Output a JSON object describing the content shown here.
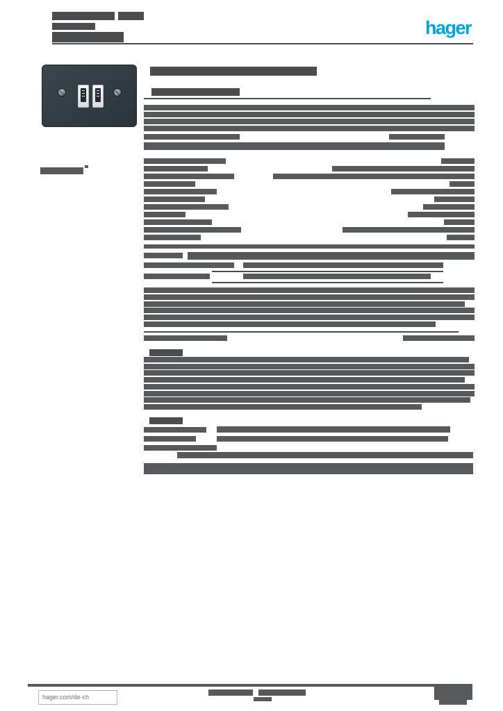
{
  "document": {
    "brand": {
      "logo_text": "hager",
      "logo_color": "#00A5E3"
    },
    "footer": {
      "website": "hager.com/de-ch"
    },
    "product_image": {
      "subject": "dual-usb-a-wall-socket-front-view",
      "plate_color": "#333e44"
    },
    "colors": {
      "text_gray": "#58595b",
      "dark_gray": "#4b4c4e",
      "rule": "#4a4b4d",
      "page_bg": "#ffffff"
    },
    "greeked": {
      "note": "body text below legible resolution; rendered as redacted bars",
      "palette": {
        "g": "#58595b",
        "d": "#4b4c4e",
        "r": "#4a4b4d"
      },
      "bars": [
        [
          "header-line-1a",
          75,
          17,
          90,
          12,
          "d"
        ],
        [
          "header-line-1b",
          170,
          17,
          37,
          12,
          "d"
        ],
        [
          "header-line-2",
          75,
          33,
          62,
          10,
          "d"
        ],
        [
          "header-line-3",
          75,
          46,
          103,
          15,
          "d"
        ],
        [
          "header-rule",
          75,
          62,
          606,
          2,
          "r"
        ],
        [
          "variant-label",
          58,
          241,
          62,
          10,
          "g"
        ],
        [
          "variant-label-sup",
          122,
          238,
          5,
          4,
          "g"
        ],
        [
          "product-title",
          216,
          96,
          240,
          13,
          "d"
        ],
        [
          "section-subheader",
          218,
          127,
          127,
          11,
          "d"
        ],
        [
          "subheader-rule",
          207,
          141,
          413,
          2,
          "r"
        ],
        [
          "para1-line1",
          207,
          151,
          476,
          8,
          "g"
        ],
        [
          "para1-line2",
          207,
          161,
          476,
          8,
          "g"
        ],
        [
          "para1-line3",
          207,
          171,
          476,
          8,
          "g"
        ],
        [
          "para1-line4",
          207,
          181,
          476,
          8,
          "g"
        ],
        [
          "row1-label",
          207,
          193,
          138,
          8,
          "g"
        ],
        [
          "row1-value",
          560,
          193,
          80,
          8,
          "g"
        ],
        [
          "wide-bar-1",
          207,
          205,
          433,
          11,
          "g"
        ],
        [
          "specB-1-label",
          207,
          228,
          118,
          8,
          "g"
        ],
        [
          "specB-1-value",
          635,
          228,
          48,
          8,
          "g"
        ],
        [
          "specB-2-label",
          207,
          239,
          92,
          8,
          "g"
        ],
        [
          "specB-2-value",
          478,
          239,
          205,
          8,
          "g"
        ],
        [
          "specB-3-label",
          207,
          250,
          130,
          8,
          "g"
        ],
        [
          "specB-3-value",
          393,
          250,
          290,
          8,
          "g"
        ],
        [
          "specB-4-label",
          207,
          261,
          74,
          8,
          "g"
        ],
        [
          "specB-4-value",
          647,
          261,
          36,
          8,
          "g"
        ],
        [
          "specB-5-label",
          207,
          272,
          105,
          8,
          "g"
        ],
        [
          "specB-5-value",
          563,
          272,
          120,
          8,
          "g"
        ],
        [
          "specB-6-label",
          207,
          283,
          88,
          8,
          "g"
        ],
        [
          "specB-6-value",
          625,
          283,
          58,
          8,
          "g"
        ],
        [
          "specB-7-label",
          207,
          294,
          122,
          8,
          "g"
        ],
        [
          "specB-7-value",
          609,
          294,
          74,
          8,
          "g"
        ],
        [
          "specB-8-label",
          207,
          305,
          60,
          8,
          "g"
        ],
        [
          "specB-8-value",
          587,
          305,
          96,
          8,
          "g"
        ],
        [
          "specB-9-label",
          207,
          316,
          98,
          8,
          "g"
        ],
        [
          "specB-9-value",
          639,
          316,
          44,
          8,
          "g"
        ],
        [
          "specB-10-label",
          207,
          327,
          140,
          8,
          "g"
        ],
        [
          "specB-10-value",
          493,
          327,
          190,
          8,
          "g"
        ],
        [
          "specB-11-label",
          207,
          338,
          82,
          8,
          "g"
        ],
        [
          "specB-11-value",
          643,
          338,
          40,
          8,
          "g"
        ],
        [
          "divider-bar",
          207,
          352,
          476,
          6,
          "g"
        ],
        [
          "specC-1-label",
          207,
          364,
          56,
          8,
          "g"
        ],
        [
          "specC-1-value",
          270,
          363,
          413,
          11,
          "g"
        ],
        [
          "specC-2-label",
          207,
          378,
          130,
          8,
          "g"
        ],
        [
          "specC-2-value",
          350,
          378,
          288,
          8,
          "g"
        ],
        [
          "specC-rule-1",
          305,
          390,
          333,
          2,
          "r"
        ],
        [
          "specC-3-label",
          207,
          394,
          95,
          8,
          "g"
        ],
        [
          "specC-3-value",
          350,
          394,
          270,
          8,
          "g"
        ],
        [
          "specC-rule-2",
          305,
          406,
          333,
          2,
          "r"
        ],
        [
          "para2-line1",
          207,
          414,
          476,
          8,
          "g"
        ],
        [
          "para2-line2",
          207,
          424,
          476,
          8,
          "g"
        ],
        [
          "para2-line3",
          207,
          434,
          462,
          8,
          "g"
        ],
        [
          "para2-line4",
          207,
          443,
          476,
          8,
          "g"
        ],
        [
          "para2-line5",
          207,
          453,
          476,
          8,
          "g"
        ],
        [
          "para2-line6",
          207,
          463,
          420,
          8,
          "g"
        ],
        [
          "specC-rule-3",
          207,
          477,
          453,
          2,
          "r"
        ],
        [
          "row2-label",
          207,
          483,
          120,
          8,
          "g"
        ],
        [
          "row2-value",
          580,
          483,
          103,
          8,
          "g"
        ],
        [
          "sectionE-header",
          215,
          503,
          48,
          10,
          "d"
        ],
        [
          "para3-line1",
          207,
          514,
          468,
          8,
          "g"
        ],
        [
          "para3-line2",
          207,
          524,
          476,
          8,
          "g"
        ],
        [
          "para3-line3",
          207,
          533,
          476,
          8,
          "g"
        ],
        [
          "para3-line4",
          207,
          543,
          462,
          8,
          "g"
        ],
        [
          "para3-line5",
          207,
          553,
          476,
          8,
          "g"
        ],
        [
          "para3-line6",
          207,
          563,
          476,
          8,
          "g"
        ],
        [
          "para3-line7",
          207,
          572,
          470,
          8,
          "g"
        ],
        [
          "para3-line8",
          207,
          582,
          400,
          8,
          "g"
        ],
        [
          "sectionF-header",
          215,
          601,
          48,
          10,
          "d"
        ],
        [
          "specF-1-label",
          207,
          615,
          90,
          8,
          "g"
        ],
        [
          "specF-1-value",
          312,
          614,
          336,
          9,
          "g"
        ],
        [
          "specF-2-label",
          207,
          628,
          75,
          8,
          "g"
        ],
        [
          "specF-2-value",
          312,
          628,
          333,
          8,
          "g"
        ],
        [
          "specF-3-label",
          207,
          641,
          105,
          8,
          "g"
        ],
        [
          "specF-wide",
          255,
          651,
          426,
          9,
          "g"
        ],
        [
          "bottom-bar",
          207,
          667,
          474,
          16,
          "g"
        ],
        [
          "footer-rule",
          40,
          985,
          640,
          4,
          "g"
        ],
        [
          "footer-center-1",
          300,
          993,
          64,
          9,
          "g"
        ],
        [
          "footer-center-2",
          372,
          993,
          68,
          9,
          "g"
        ],
        [
          "footer-center-3",
          365,
          1004,
          26,
          6,
          "g"
        ],
        [
          "footer-right-block-top",
          625,
          987,
          55,
          21,
          "g"
        ],
        [
          "footer-right-block-bottom",
          632,
          1008,
          40,
          7,
          "g"
        ]
      ]
    }
  }
}
